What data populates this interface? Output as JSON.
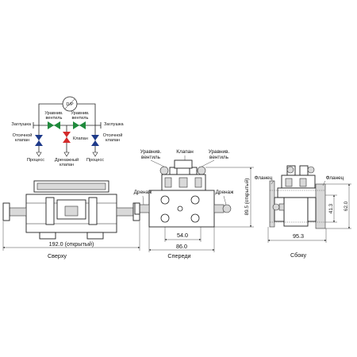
{
  "schematic": {
    "gauge": "D/P",
    "eq_valve_left": "Уравнив.\nвентиль",
    "eq_valve_right": "Уравнив.\nвентиль",
    "plug_left": "Заглушка",
    "plug_right": "Заглушка",
    "isolation_left": "Отсечной\nклапан",
    "isolation_right": "Отсечной\nклапан",
    "valve_center": "Клапан",
    "drain_valve": "Дренажный\nклапан",
    "process_left": "Процесс",
    "process_right": "Процесс",
    "colors": {
      "equalizing": "#1f8a3c",
      "isolation": "#1e3a8a",
      "drain": "#d42a2a"
    }
  },
  "top_view": {
    "caption": "Сверху",
    "width_label": "192.0 (открытый)"
  },
  "front_view": {
    "caption": "Спереди",
    "eq_valve_left": "Уравнив.\nвентиль",
    "valve": "Клапан",
    "eq_valve_right": "Уравнив.\nвентиль",
    "drain_left": "Дренаж",
    "drain_right": "Дренаж",
    "inner_width": "54.0",
    "outer_width": "86.0",
    "height_label": "89.5 (открытый)"
  },
  "side_view": {
    "caption": "Сбоку",
    "flange_left": "Фланец",
    "flange_right": "Фланец",
    "inner_height": "41.3",
    "outer_height": "62.0",
    "width": "95.3"
  }
}
